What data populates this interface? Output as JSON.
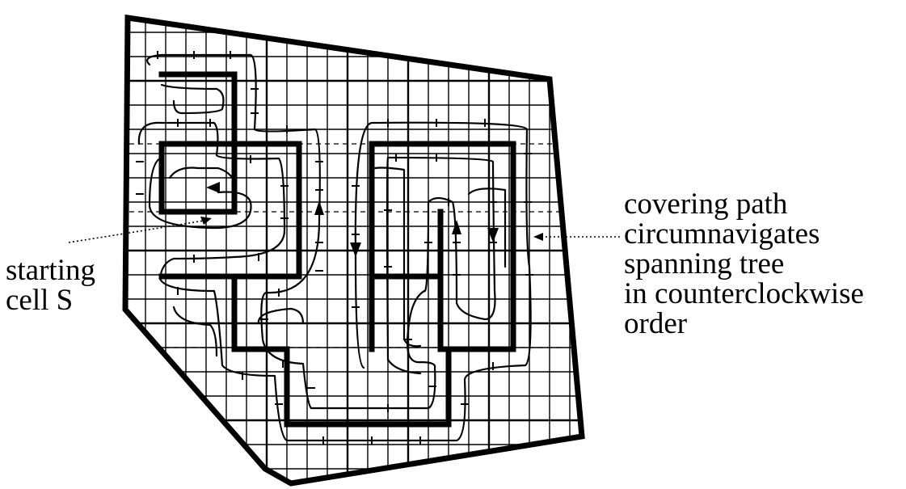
{
  "labels": {
    "starting_cell": [
      "starting",
      "cell S"
    ],
    "covering_path": [
      "covering path",
      "circumnavigates",
      "spanning tree",
      "in counterclockwise",
      "order"
    ]
  },
  "colors": {
    "ink": "#000000",
    "background": "#ffffff"
  }
}
